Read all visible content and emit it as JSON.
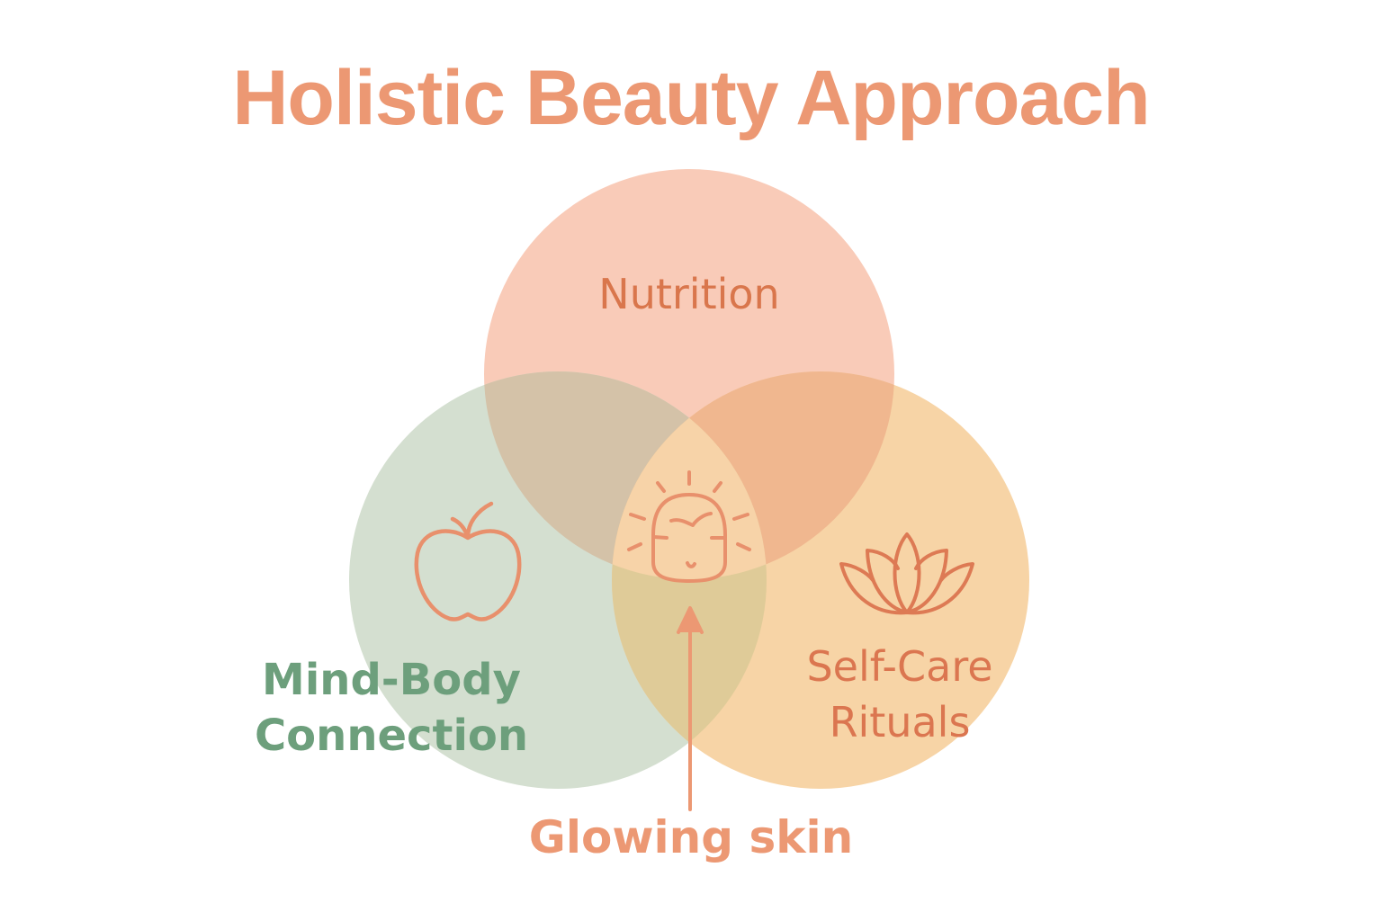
{
  "title": "Holistic Beauty Approach",
  "circles": [
    {
      "id": "nutrition",
      "label": "Nutrition",
      "fill": "#f9cbb8",
      "label_color": "#d9764c"
    },
    {
      "id": "mind-body",
      "label_line1": "Mind-Body",
      "label_line2": "Connection",
      "fill": "#d4dfd0",
      "label_color": "#6d9f7c",
      "icon": "apple-icon"
    },
    {
      "id": "self-care",
      "label_line1": "Self-Care",
      "label_line2": "Rituals",
      "fill": "#f7d4a6",
      "label_color": "#db7650",
      "icon": "lotus-icon"
    }
  ],
  "center": {
    "icon": "glowing-face-icon",
    "label": "Glowing skin"
  },
  "colors": {
    "accent": "#ec9873",
    "icon_stroke": "#e8906c",
    "overlap_nutrition_mindbody": "#d4c2a8",
    "overlap_nutrition_selfcare": "#f0b78f",
    "overlap_mindbody_selfcare": "#dfcb98",
    "overlap_center": "#f7d3a8"
  }
}
